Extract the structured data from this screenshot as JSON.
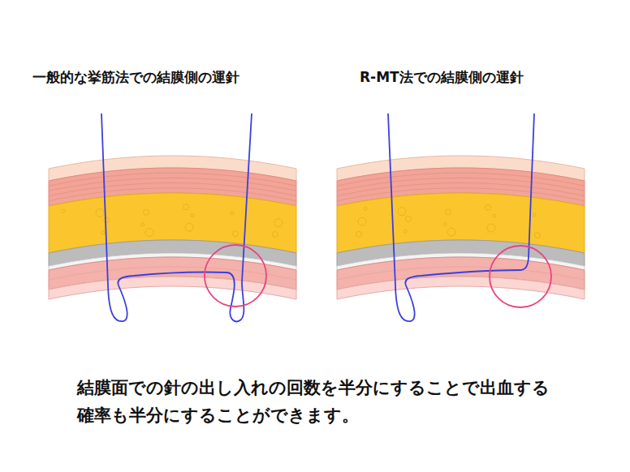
{
  "diagram": {
    "labels": [
      "一般的な挙筋法での結膜側の運針",
      "R-MT法での結膜側の運針"
    ],
    "caption": "結膜面での針の出し入れの回数を半分にすることで出血する 確率も半分にすることができます。"
  }
}
